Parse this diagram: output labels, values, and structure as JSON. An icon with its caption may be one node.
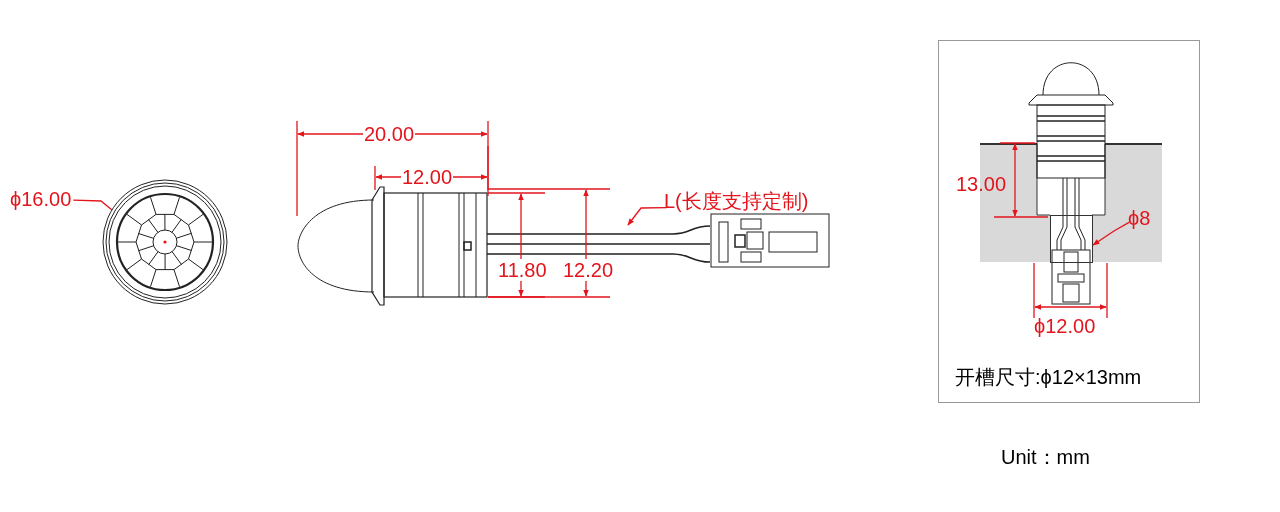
{
  "diagram": {
    "nodes": [
      {
        "text": [
          "ϕ16.00"
        ]
      },
      {
        "text": [],
        "shape": "picture"
      },
      {
        "text": [
          "L(长度支持定制)"
        ]
      },
      {
        "text": [],
        "shape": "picture"
      },
      {
        "text": [
          "ϕ8"
        ]
      },
      {
        "text": [],
        "shape": "box"
      }
    ],
    "edges": [
      {
        "from": 0,
        "to": 1,
        "arrow": "none"
      },
      {
        "from": 2,
        "to": 3,
        "arrow": "to"
      },
      {
        "from": 4,
        "to": 5,
        "arrow": "to"
      }
    ],
    "labels": [
      "20.00",
      "12.00",
      "11.80",
      "12.20",
      "13.00",
      "ϕ12.00",
      "开槽尺寸:ϕ12×13mm",
      "Unit：mm"
    ]
  }
}
